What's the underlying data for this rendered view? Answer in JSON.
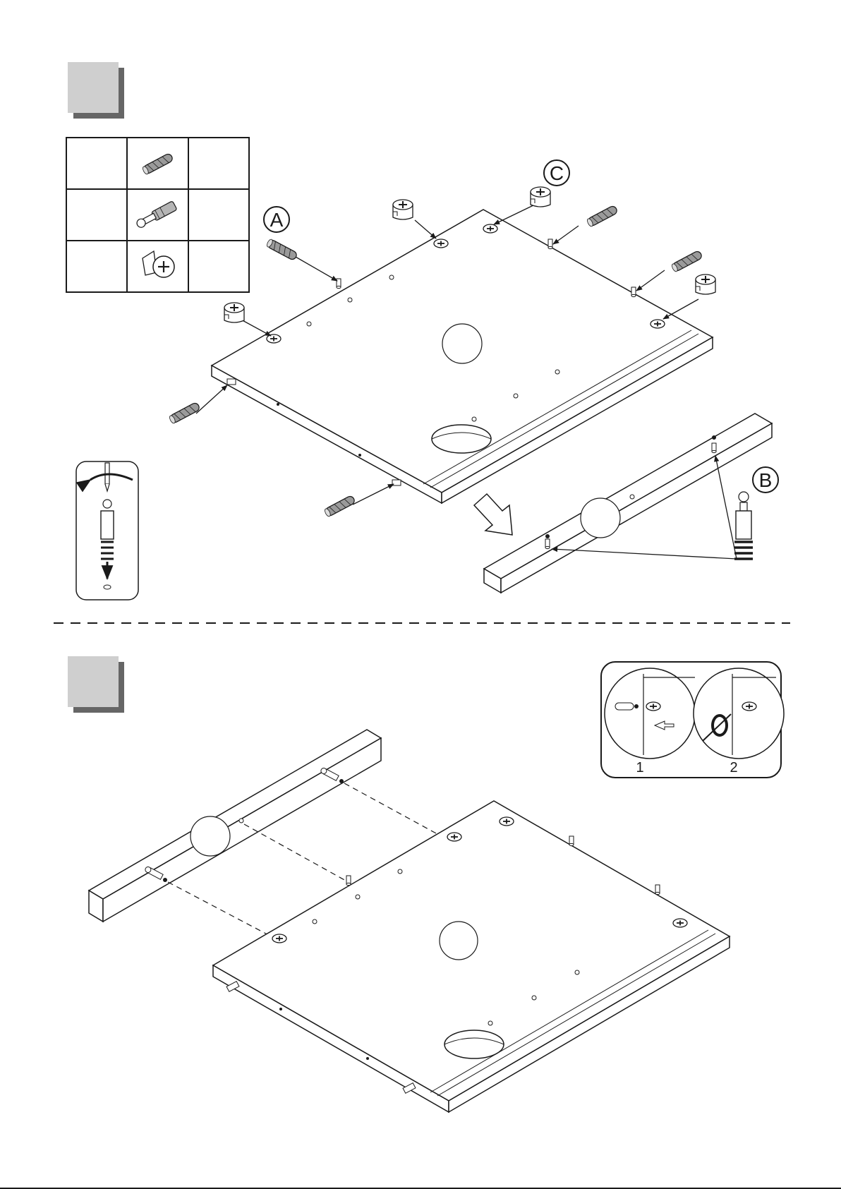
{
  "step1": {
    "callouts": {
      "a": "A",
      "b": "B",
      "c": "C"
    }
  },
  "step2": {
    "detail": {
      "panel1": "1",
      "panel2": "2"
    }
  },
  "colors": {
    "line": "#1a1a1a",
    "step_box": "#cfcfcf",
    "step_shadow": "#666666"
  }
}
